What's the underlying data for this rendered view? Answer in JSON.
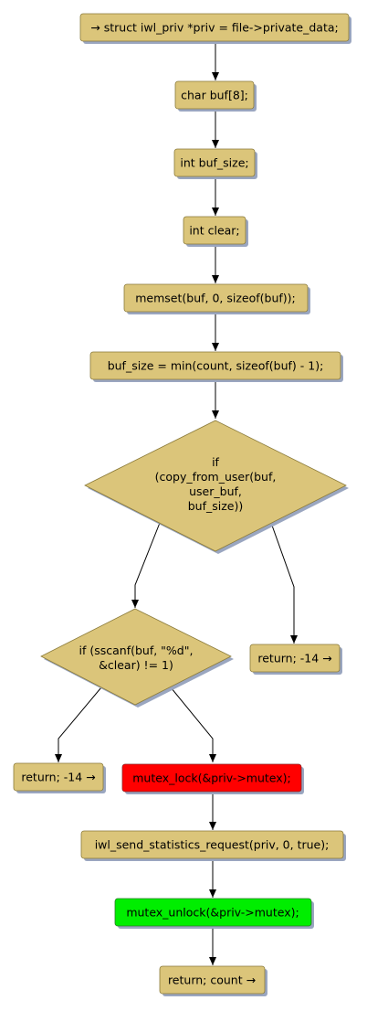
{
  "diagram": {
    "nodes": {
      "n1": "→ struct iwl_priv *priv = file->private_data;",
      "n2": "char buf[8];",
      "n3": "int buf_size;",
      "n4": "int clear;",
      "n5": "memset(buf, 0, sizeof(buf));",
      "n6": "buf_size = min(count, sizeof(buf) -  1);",
      "d1": [
        "if",
        "(copy_from_user(buf,",
        "user_buf,",
        "buf_size))"
      ],
      "r1": "return; -14 →",
      "d2": [
        "if (sscanf(buf, \"%d\",",
        "&clear) != 1)"
      ],
      "r2": "return; -14 →",
      "n7": "mutex_lock(&priv->mutex);",
      "n8": "iwl_send_statistics_request(priv, 0, true);",
      "n9": "mutex_unlock(&priv->mutex);",
      "n10": "return; count →"
    },
    "highlight_colors": {
      "default": "#dbc57a",
      "lock": "#ff0000",
      "unlock": "#00ee00"
    }
  }
}
